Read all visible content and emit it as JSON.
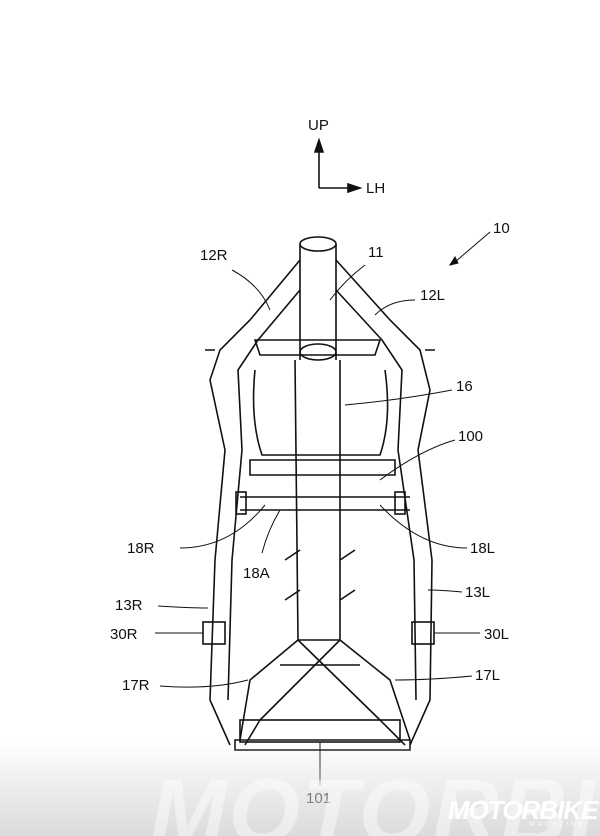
{
  "axes": {
    "up": "UP",
    "lh": "LH"
  },
  "labels": {
    "l10": "10",
    "l11": "11",
    "l12R": "12R",
    "l12L": "12L",
    "l16": "16",
    "l100": "100",
    "l18R": "18R",
    "l18L": "18L",
    "l18A": "18A",
    "l13R": "13R",
    "l13L": "13L",
    "l30R": "30R",
    "l30L": "30L",
    "l17R": "17R",
    "l17L": "17L",
    "l101": "101"
  },
  "watermark": {
    "logo": "MOTORBIKE",
    "sub": "MAGAZINE"
  }
}
